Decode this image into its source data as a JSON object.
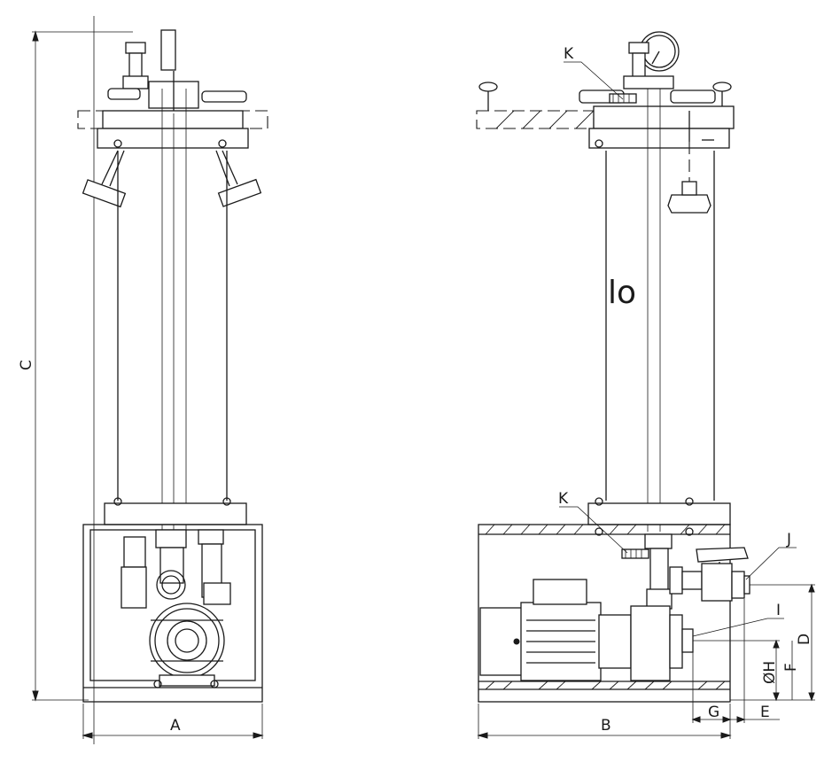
{
  "drawing": {
    "dimension_labels": {
      "A": "A",
      "B": "B",
      "C": "C",
      "D": "D",
      "E": "E",
      "F": "F",
      "G": "G",
      "H": "ØH"
    },
    "callouts": {
      "K_top": "K",
      "K_bottom": "K",
      "J": "J",
      "I": "I"
    },
    "logo_text": "lo"
  }
}
